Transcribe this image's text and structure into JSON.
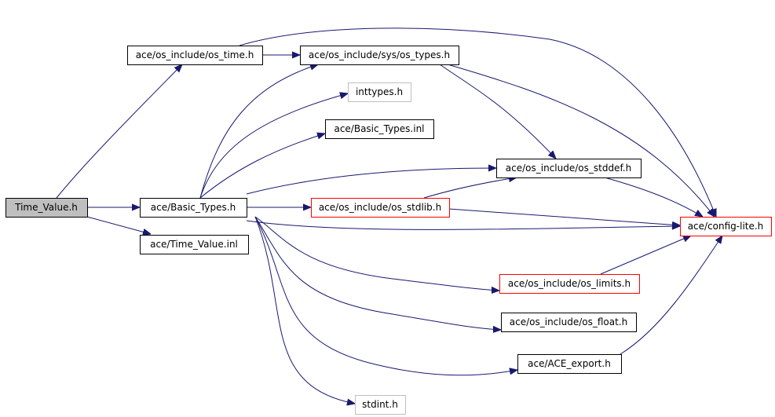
{
  "diagram": {
    "nodes": [
      {
        "id": "time_value",
        "label": "Time_Value.h",
        "style": "root"
      },
      {
        "id": "os_time",
        "label": "ace/os_include/os_time.h",
        "style": "normal"
      },
      {
        "id": "sys_types",
        "label": "ace/os_include/sys/os_types.h",
        "style": "normal"
      },
      {
        "id": "inttypes",
        "label": "inttypes.h",
        "style": "external"
      },
      {
        "id": "basic_types_inl",
        "label": "ace/Basic_Types.inl",
        "style": "normal"
      },
      {
        "id": "os_stddef",
        "label": "ace/os_include/os_stddef.h",
        "style": "normal"
      },
      {
        "id": "basic_types",
        "label": "ace/Basic_Types.h",
        "style": "normal"
      },
      {
        "id": "os_stdlib",
        "label": "ace/os_include/os_stdlib.h",
        "style": "truncated"
      },
      {
        "id": "config_lite",
        "label": "ace/config-lite.h",
        "style": "truncated"
      },
      {
        "id": "time_value_inl",
        "label": "ace/Time_Value.inl",
        "style": "normal"
      },
      {
        "id": "os_limits",
        "label": "ace/os_include/os_limits.h",
        "style": "truncated"
      },
      {
        "id": "os_float",
        "label": "ace/os_include/os_float.h",
        "style": "normal"
      },
      {
        "id": "ace_export",
        "label": "ace/ACE_export.h",
        "style": "normal"
      },
      {
        "id": "stdint",
        "label": "stdint.h",
        "style": "external"
      }
    ],
    "edges": [
      {
        "from": "time_value",
        "to": "os_time"
      },
      {
        "from": "time_value",
        "to": "basic_types"
      },
      {
        "from": "time_value",
        "to": "time_value_inl"
      },
      {
        "from": "os_time",
        "to": "sys_types"
      },
      {
        "from": "os_time",
        "to": "config_lite"
      },
      {
        "from": "sys_types",
        "to": "os_stddef"
      },
      {
        "from": "sys_types",
        "to": "config_lite"
      },
      {
        "from": "os_stddef",
        "to": "config_lite"
      },
      {
        "from": "basic_types",
        "to": "sys_types"
      },
      {
        "from": "basic_types",
        "to": "inttypes"
      },
      {
        "from": "basic_types",
        "to": "basic_types_inl"
      },
      {
        "from": "basic_types",
        "to": "os_stddef"
      },
      {
        "from": "basic_types",
        "to": "os_stdlib"
      },
      {
        "from": "basic_types",
        "to": "config_lite"
      },
      {
        "from": "basic_types",
        "to": "os_limits"
      },
      {
        "from": "basic_types",
        "to": "os_float"
      },
      {
        "from": "basic_types",
        "to": "ace_export"
      },
      {
        "from": "basic_types",
        "to": "stdint"
      },
      {
        "from": "os_stdlib",
        "to": "os_stddef"
      },
      {
        "from": "os_stdlib",
        "to": "config_lite"
      },
      {
        "from": "os_limits",
        "to": "config_lite"
      },
      {
        "from": "ace_export",
        "to": "config_lite"
      }
    ],
    "colors": {
      "edge": "#191970",
      "root_fill": "#bfbfbf",
      "normal_border": "#000000",
      "truncated_border": "#ff0000",
      "external_border": "#bfbfbf"
    }
  }
}
